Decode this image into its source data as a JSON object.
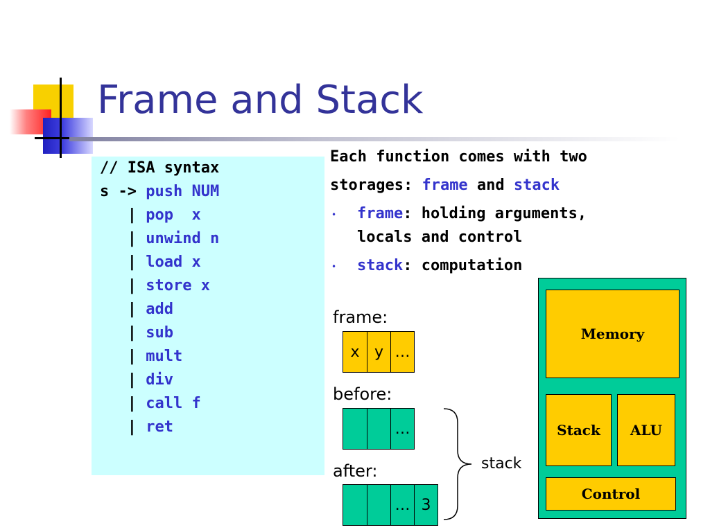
{
  "slide": {
    "title": "Frame and Stack"
  },
  "code": {
    "lines": [
      {
        "pre": "// ISA syntax",
        "kw": ""
      },
      {
        "pre": "s -> ",
        "kw": "push NUM"
      },
      {
        "pre": "   | ",
        "kw": "pop  x"
      },
      {
        "pre": "   | ",
        "kw": "unwind n"
      },
      {
        "pre": "   | ",
        "kw": "load x"
      },
      {
        "pre": "   | ",
        "kw": "store x"
      },
      {
        "pre": "   | ",
        "kw": "add"
      },
      {
        "pre": "   | ",
        "kw": "sub"
      },
      {
        "pre": "   | ",
        "kw": "mult"
      },
      {
        "pre": "   | ",
        "kw": "div"
      },
      {
        "pre": "   | ",
        "kw": "call f"
      },
      {
        "pre": "   | ",
        "kw": "ret"
      }
    ]
  },
  "description": {
    "line1": "Each function comes with two",
    "line2_prefix": "storages: ",
    "line2_frame": "frame",
    "line2_and": " and ",
    "line2_stack": "stack",
    "bullet1_term": "frame",
    "bullet1_text": ": holding arguments,",
    "bullet1_cont": "locals and control",
    "bullet2_term": "stack",
    "bullet2_text": ": computation",
    "bullet_glyph": "•"
  },
  "diagram": {
    "frame_label": "frame:",
    "frame_cells": [
      "x",
      "y",
      "…"
    ],
    "before_label": "before:",
    "before_cells": [
      "",
      "",
      "…"
    ],
    "after_label": "after:",
    "after_cells": [
      "",
      "",
      "…",
      "3"
    ],
    "stack_label": "stack"
  },
  "machine": {
    "memory": "Memory",
    "stack": "Stack",
    "alu": "ALU",
    "control": "Control"
  },
  "colors": {
    "title": "#333399",
    "code_bg": "#ccffff",
    "keyword": "#3333cc",
    "frame_cell": "#ffcc00",
    "stack_cell": "#00cc99"
  }
}
